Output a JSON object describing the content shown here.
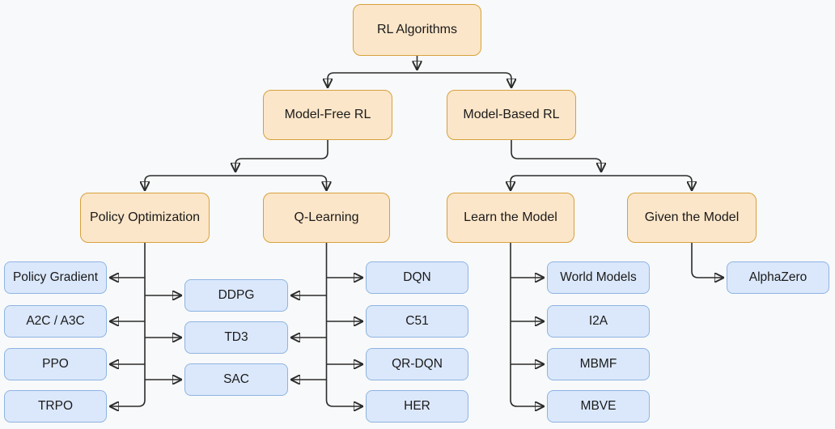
{
  "diagram": {
    "type": "tree-flowchart",
    "colors": {
      "background": "#f8f9fa",
      "category_fill": "#fce6c9",
      "category_border": "#d7a13d",
      "leaf_fill": "#dbe8fb",
      "leaf_border": "#8db4e2",
      "edge": "#2b2b2b"
    },
    "nodes": {
      "rl_algorithms": "RL Algorithms",
      "model_free": "Model-Free RL",
      "model_based": "Model-Based RL",
      "policy_optimization": "Policy Optimization",
      "q_learning": "Q-Learning",
      "learn_model": "Learn the Model",
      "given_model": "Given the Model",
      "policy_gradient": "Policy Gradient",
      "a2c_a3c": "A2C / A3C",
      "ppo": "PPO",
      "trpo": "TRPO",
      "ddpg": "DDPG",
      "td3": "TD3",
      "sac": "SAC",
      "dqn": "DQN",
      "c51": "C51",
      "qr_dqn": "QR-DQN",
      "her": "HER",
      "world_models": "World Models",
      "i2a": "I2A",
      "mbmf": "MBMF",
      "mbve": "MBVE",
      "alphazero": "AlphaZero"
    },
    "edges": [
      {
        "from": "RL Algorithms",
        "to": "Model-Free RL"
      },
      {
        "from": "RL Algorithms",
        "to": "Model-Based RL"
      },
      {
        "from": "Model-Free RL",
        "to": "Policy Optimization"
      },
      {
        "from": "Model-Free RL",
        "to": "Q-Learning"
      },
      {
        "from": "Model-Based RL",
        "to": "Learn the Model"
      },
      {
        "from": "Model-Based RL",
        "to": "Given the Model"
      },
      {
        "from": "Policy Optimization",
        "to": "Policy Gradient"
      },
      {
        "from": "Policy Optimization",
        "to": "A2C / A3C"
      },
      {
        "from": "Policy Optimization",
        "to": "PPO"
      },
      {
        "from": "Policy Optimization",
        "to": "TRPO"
      },
      {
        "from": "Policy Optimization",
        "to": "DDPG"
      },
      {
        "from": "Policy Optimization",
        "to": "TD3"
      },
      {
        "from": "Policy Optimization",
        "to": "SAC"
      },
      {
        "from": "Q-Learning",
        "to": "DDPG"
      },
      {
        "from": "Q-Learning",
        "to": "TD3"
      },
      {
        "from": "Q-Learning",
        "to": "SAC"
      },
      {
        "from": "Q-Learning",
        "to": "DQN"
      },
      {
        "from": "Q-Learning",
        "to": "C51"
      },
      {
        "from": "Q-Learning",
        "to": "QR-DQN"
      },
      {
        "from": "Q-Learning",
        "to": "HER"
      },
      {
        "from": "Learn the Model",
        "to": "World Models"
      },
      {
        "from": "Learn the Model",
        "to": "I2A"
      },
      {
        "from": "Learn the Model",
        "to": "MBMF"
      },
      {
        "from": "Learn the Model",
        "to": "MBVE"
      },
      {
        "from": "Given the Model",
        "to": "AlphaZero"
      }
    ]
  }
}
